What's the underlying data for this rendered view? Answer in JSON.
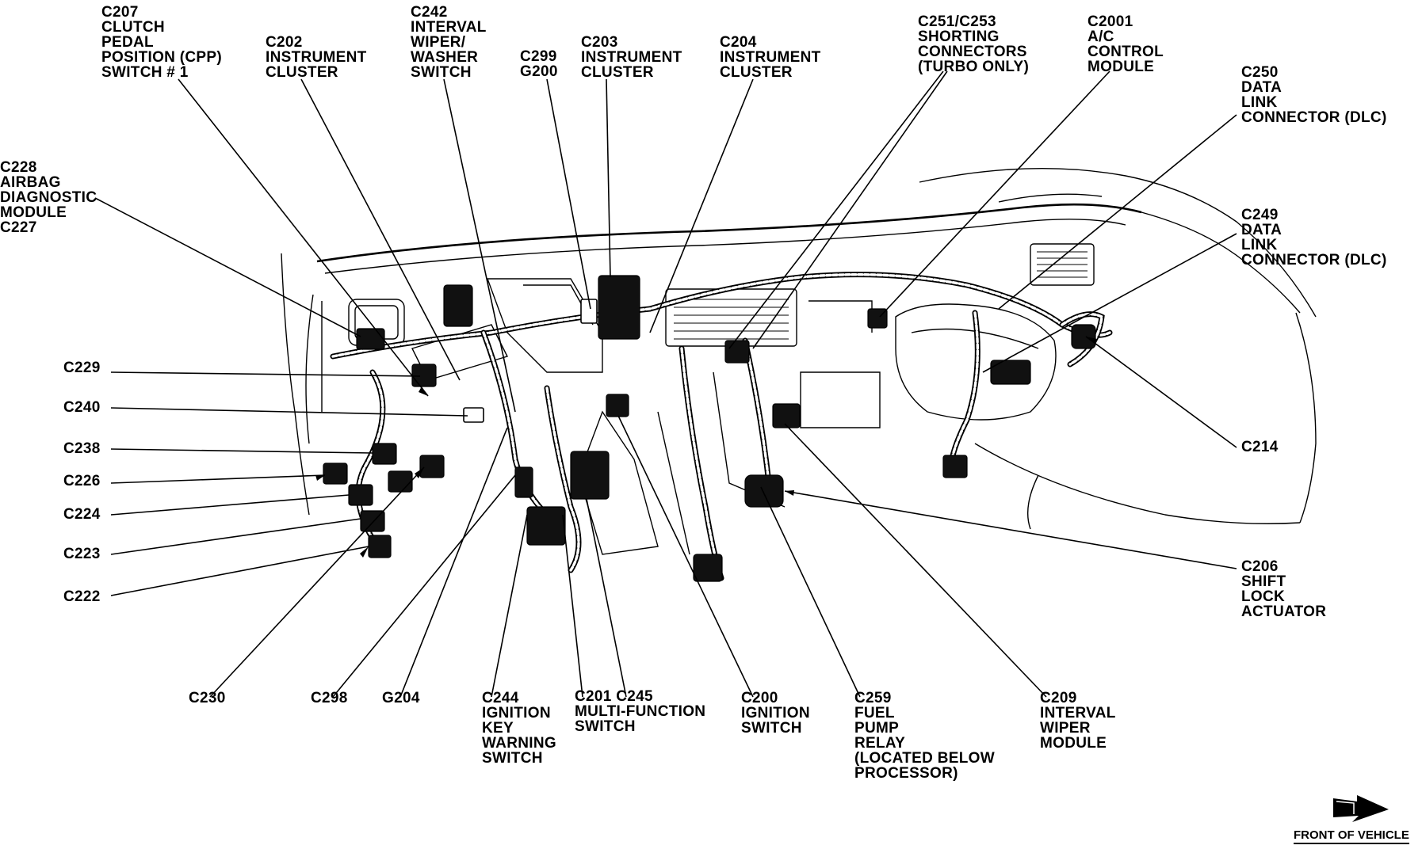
{
  "labels": {
    "c207": [
      "C207",
      "CLUTCH",
      "PEDAL",
      "POSITION (CPP)",
      "SWITCH # 1"
    ],
    "c202": [
      "C202",
      "INSTRUMENT",
      "CLUSTER"
    ],
    "c242": [
      "C242",
      "INTERVAL",
      "WIPER/",
      "WASHER",
      "SWITCH"
    ],
    "c299_g200": [
      "C299",
      "G200"
    ],
    "c203": [
      "C203",
      "INSTRUMENT",
      "CLUSTER"
    ],
    "c204": [
      "C204",
      "INSTRUMENT",
      "CLUSTER"
    ],
    "c251_c253": [
      "C251/C253",
      "SHORTING",
      "CONNECTORS",
      "(TURBO ONLY)"
    ],
    "c2001": [
      "C2001",
      "A/C",
      "CONTROL",
      "MODULE"
    ],
    "c250": [
      "C250",
      "DATA",
      "LINK",
      "CONNECTOR (DLC)"
    ],
    "c228": [
      "C228",
      "AIRBAG",
      "DIAGNOSTIC",
      "MODULE",
      "C227"
    ],
    "c249": [
      "C249",
      "DATA",
      "LINK",
      "CONNECTOR (DLC)"
    ],
    "c229": [
      "C229"
    ],
    "c240": [
      "C240"
    ],
    "c238": [
      "C238"
    ],
    "c226": [
      "C226"
    ],
    "c224": [
      "C224"
    ],
    "c223": [
      "C223"
    ],
    "c222": [
      "C222"
    ],
    "c214": [
      "C214"
    ],
    "c206": [
      "C206",
      "SHIFT",
      "LOCK",
      "ACTUATOR"
    ],
    "c230": [
      "C230"
    ],
    "c298": [
      "C298"
    ],
    "g204": [
      "G204"
    ],
    "c244": [
      "C244",
      "IGNITION",
      "KEY",
      "WARNING",
      "SWITCH"
    ],
    "c201_c245": [
      "C201    C245",
      "MULTI-FUNCTION",
      "SWITCH"
    ],
    "c200": [
      "C200",
      "IGNITION",
      "SWITCH"
    ],
    "c259": [
      "C259",
      "FUEL",
      "PUMP",
      "RELAY",
      "(LOCATED BELOW",
      "PROCESSOR)"
    ],
    "c209": [
      "C209",
      "INTERVAL",
      "WIPER",
      "MODULE"
    ]
  },
  "footer": {
    "front_label": "FRONT OF VEHICLE",
    "front_icon": "front-arrow-icon"
  }
}
